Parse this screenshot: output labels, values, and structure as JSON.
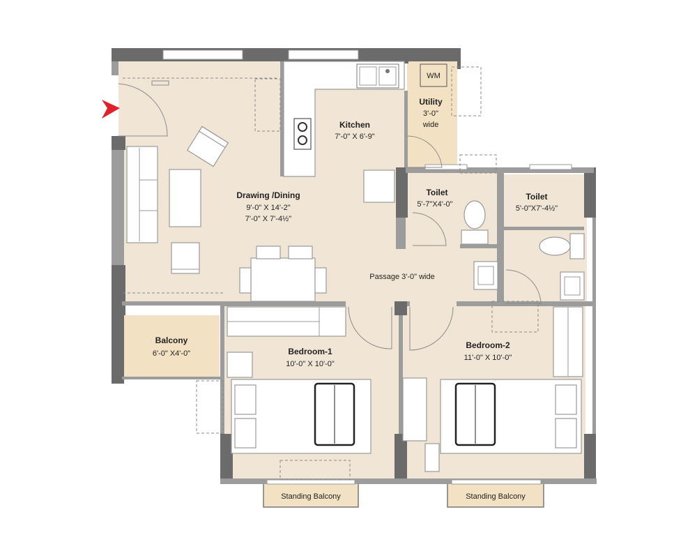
{
  "rooms": {
    "drawing": {
      "title": "Drawing /Dining",
      "dim1": "9'-0\" X 14'-2\"",
      "dim2": "7'-0\" X 7'-4½\""
    },
    "kitchen": {
      "title": "Kitchen",
      "dim": "7'-0\" X 6'-9\""
    },
    "utility": {
      "title": "Utility",
      "dim1": "3'-0\"",
      "dim2": "wide",
      "wm": "WM"
    },
    "toilet1": {
      "title": "Toilet",
      "dim": "5'-7\"X4'-0\""
    },
    "toilet2": {
      "title": "Toilet",
      "dim": "5'-0\"X7'-4½\""
    },
    "passage": {
      "label": "Passage 3'-0\" wide"
    },
    "balcony": {
      "title": "Balcony",
      "dim": "6'-0\" X4'-0\""
    },
    "bedroom1": {
      "title": "Bedroom-1",
      "dim": "10'-0\" X 10'-0\""
    },
    "bedroom2": {
      "title": "Bedroom-2",
      "dim": "11'-0\" X 10'-0\""
    },
    "standing1": {
      "label": "Standing Balcony"
    },
    "standing2": {
      "label": "Standing Balcony"
    }
  },
  "colors": {
    "floor": "#f1e6d6",
    "balcony": "#f2e1c2",
    "wall": "#6b6b6b",
    "entry_arrow": "#e0202a"
  }
}
